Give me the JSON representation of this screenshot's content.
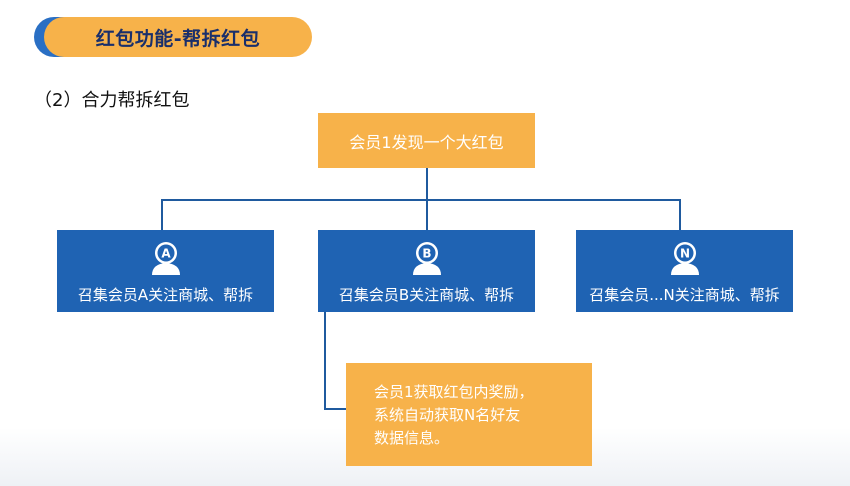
{
  "header": {
    "title": "红包功能-帮拆红包"
  },
  "subtitle": "（2）合力帮拆红包",
  "diagram": {
    "top_node": "会员1发现一个大红包",
    "members": [
      {
        "badge": "A",
        "label": "召集会员A关注商城、帮拆"
      },
      {
        "badge": "B",
        "label": "召集会员B关注商城、帮拆"
      },
      {
        "badge": "N",
        "label": "召集会员...N关注商城、帮拆"
      }
    ],
    "result_node": {
      "lines": [
        "会员1获取红包内奖励，",
        "系统自动获取N名好友",
        "数据信息。"
      ]
    }
  },
  "colors": {
    "accent_orange": "#f7b24a",
    "accent_blue": "#1f63b3",
    "title_text": "#1a2f6b",
    "connector": "#1f5a9e"
  },
  "icons": [
    "user-avatar-icon"
  ]
}
